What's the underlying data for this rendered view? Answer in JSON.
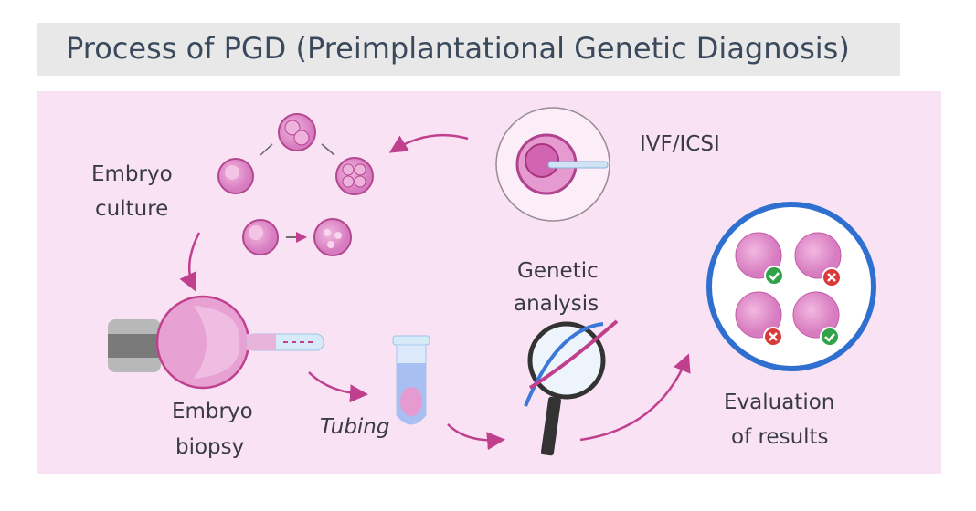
{
  "title": "Process of PGD (Preimplantational Genetic Diagnosis)",
  "steps": {
    "ivf": "IVF/ICSI",
    "culture_1": "Embryo",
    "culture_2": "culture",
    "biopsy_1": "Embryo",
    "biopsy_2": "biopsy",
    "tubing": "Tubing",
    "analysis_1": "Genetic",
    "analysis_2": "analysis",
    "evaluation_1": "Evaluation",
    "evaluation_2": "of results"
  },
  "colors": {
    "panel": "#f8e2f3",
    "accent": "#c0408e",
    "ring": "#2f6fd0",
    "ok": "#2fa24a",
    "fail": "#d93a3a"
  }
}
